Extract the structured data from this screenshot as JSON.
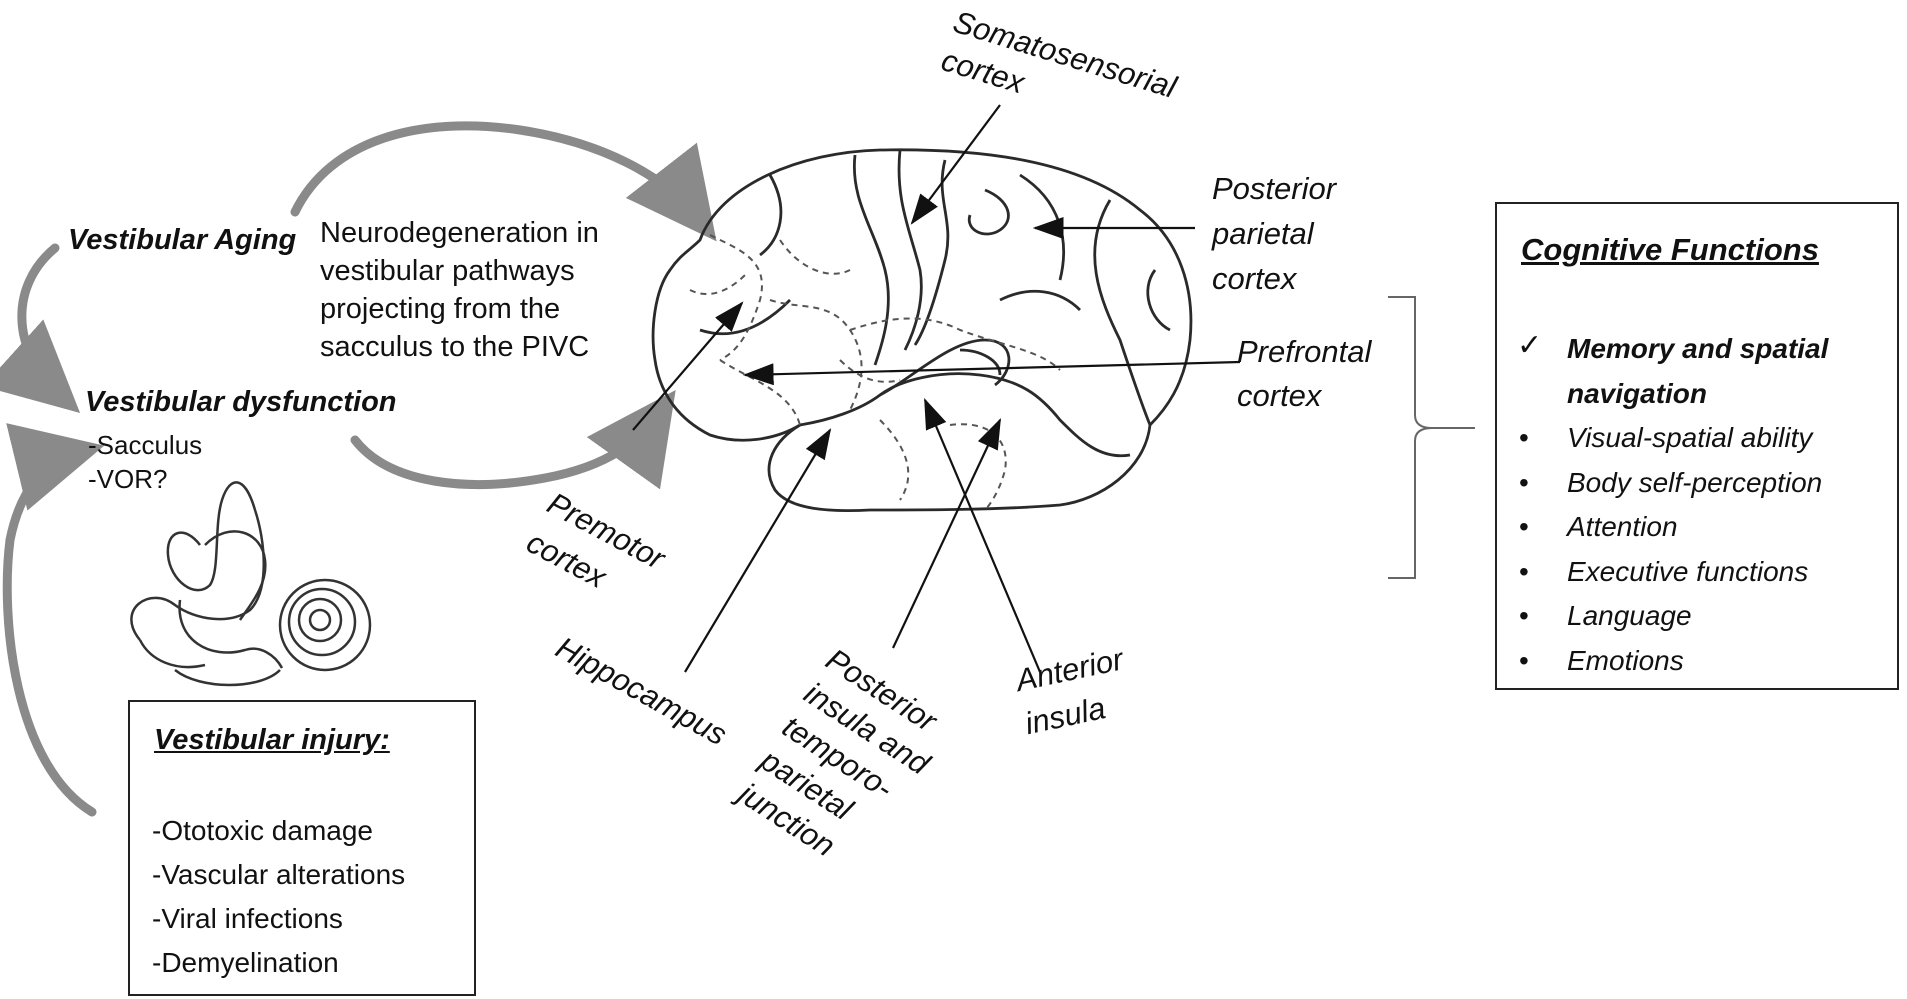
{
  "left": {
    "aging": "Vestibular Aging",
    "neuro": [
      "Neurodegeneration in",
      "vestibular pathways",
      "projecting from the",
      "sacculus to the PIVC"
    ],
    "dysfunction": "Vestibular dysfunction",
    "dys_items": [
      "-Sacculus",
      "-VOR?"
    ]
  },
  "injury": {
    "title": "Vestibular injury:",
    "items": [
      "-Ototoxic damage",
      "-Vascular alterations",
      "-Viral infections",
      "-Demyelination"
    ]
  },
  "brain_labels": {
    "somato": [
      "Somatosensorial",
      "cortex"
    ],
    "posterior_parietal": [
      "Posterior",
      "parietal",
      "cortex"
    ],
    "prefrontal": [
      "Prefrontal",
      "cortex"
    ],
    "premotor": [
      "Premotor",
      "cortex"
    ],
    "hippocampus": "Hippocampus",
    "posterior_insula": [
      "Posterior",
      "insula and",
      "temporo-",
      "parietal",
      "junction"
    ],
    "anterior_insula": [
      "Anterior",
      "insula"
    ]
  },
  "cognitive": {
    "title": "Cognitive Functions",
    "check_mark": "✓",
    "checked": [
      "Memory and spatial",
      "navigation"
    ],
    "bullet": "•",
    "items": [
      "Visual-spatial ability",
      "Body self-perception",
      "Attention",
      "Executive functions",
      "Language",
      "Emotions"
    ]
  },
  "colors": {
    "arrow_gray": "#8a8a8a",
    "ink": "#222222"
  },
  "icons": [
    "inner-ear-icon",
    "brain-icon",
    "bracket-icon"
  ]
}
